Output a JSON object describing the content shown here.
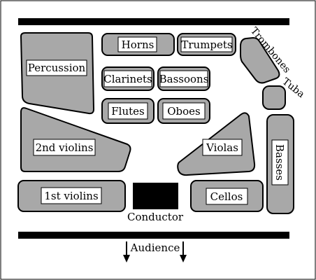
{
  "sections": {
    "horns": "Horns",
    "trumpets": "Trumpets",
    "trombones": "Trombones",
    "percussion": "Percussion",
    "clarinets": "Clarinets",
    "bassoons": "Bassoons",
    "tuba": "Tuba",
    "flutes": "Flutes",
    "oboes": "Oboes",
    "violins2": "2nd violins",
    "violas": "Violas",
    "basses": "Basses",
    "violins1": "1st violins",
    "cellos": "Cellos"
  },
  "conductor": "Conductor",
  "audience": "Audience"
}
